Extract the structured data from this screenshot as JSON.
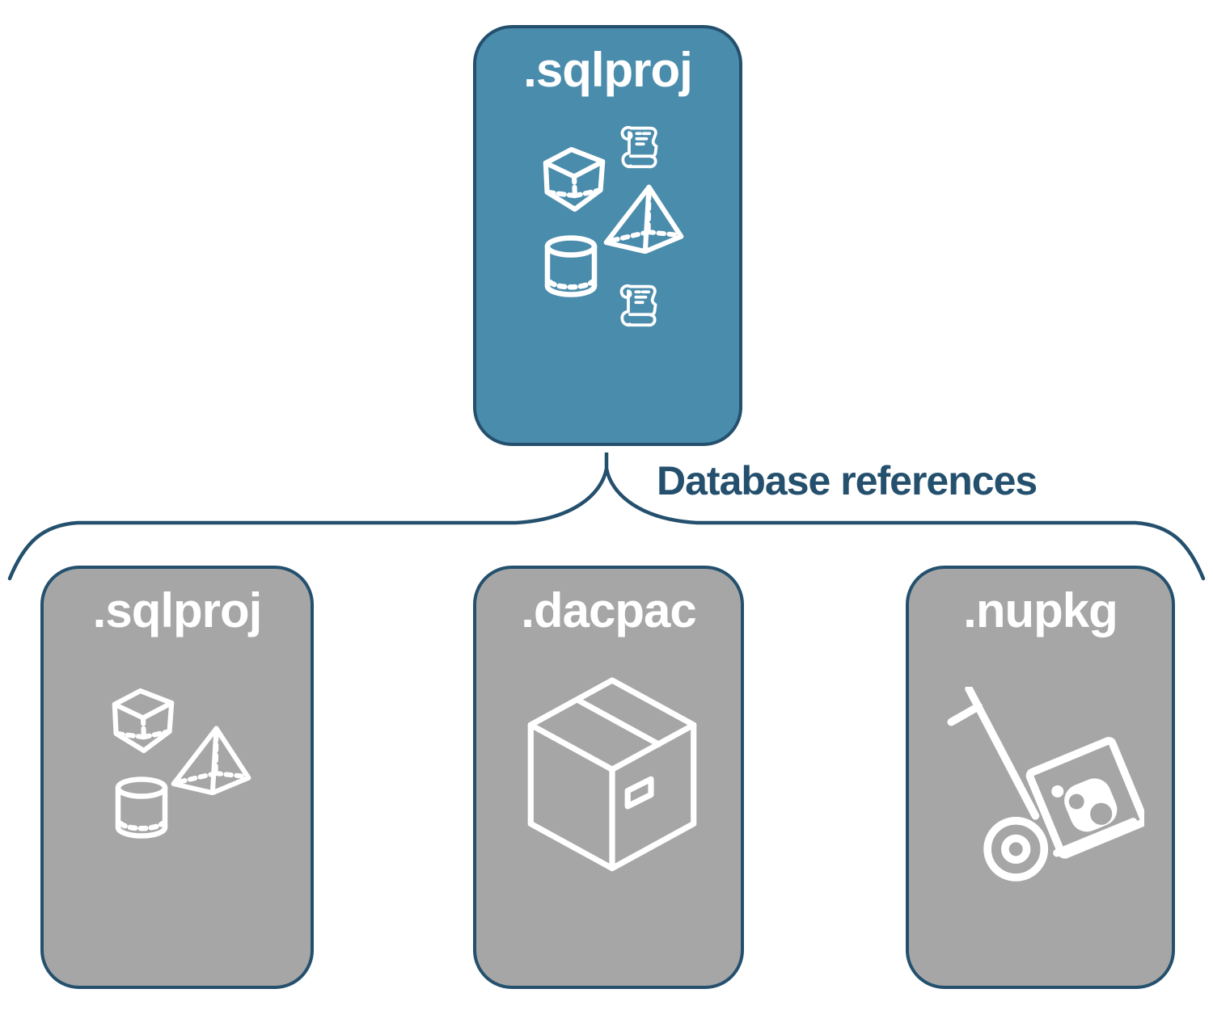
{
  "colors": {
    "teal": "#4A8CAC",
    "gray": "#A6A6A6",
    "navy": "#24506E",
    "icon": "#FFFFFF"
  },
  "connector": {
    "label": "Database references"
  },
  "boxes": {
    "top": {
      "label": ".sqlproj",
      "background": "teal",
      "icons": [
        "script-scroll",
        "cube",
        "pyramid",
        "cylinder",
        "script-scroll"
      ]
    },
    "bottom": [
      {
        "label": ".sqlproj",
        "background": "gray",
        "icons": [
          "cube",
          "pyramid",
          "cylinder"
        ]
      },
      {
        "label": ".dacpac",
        "background": "gray",
        "icons": [
          "package-box"
        ]
      },
      {
        "label": ".nupkg",
        "background": "gray",
        "icons": [
          "nuget-hand-truck"
        ]
      }
    ]
  }
}
